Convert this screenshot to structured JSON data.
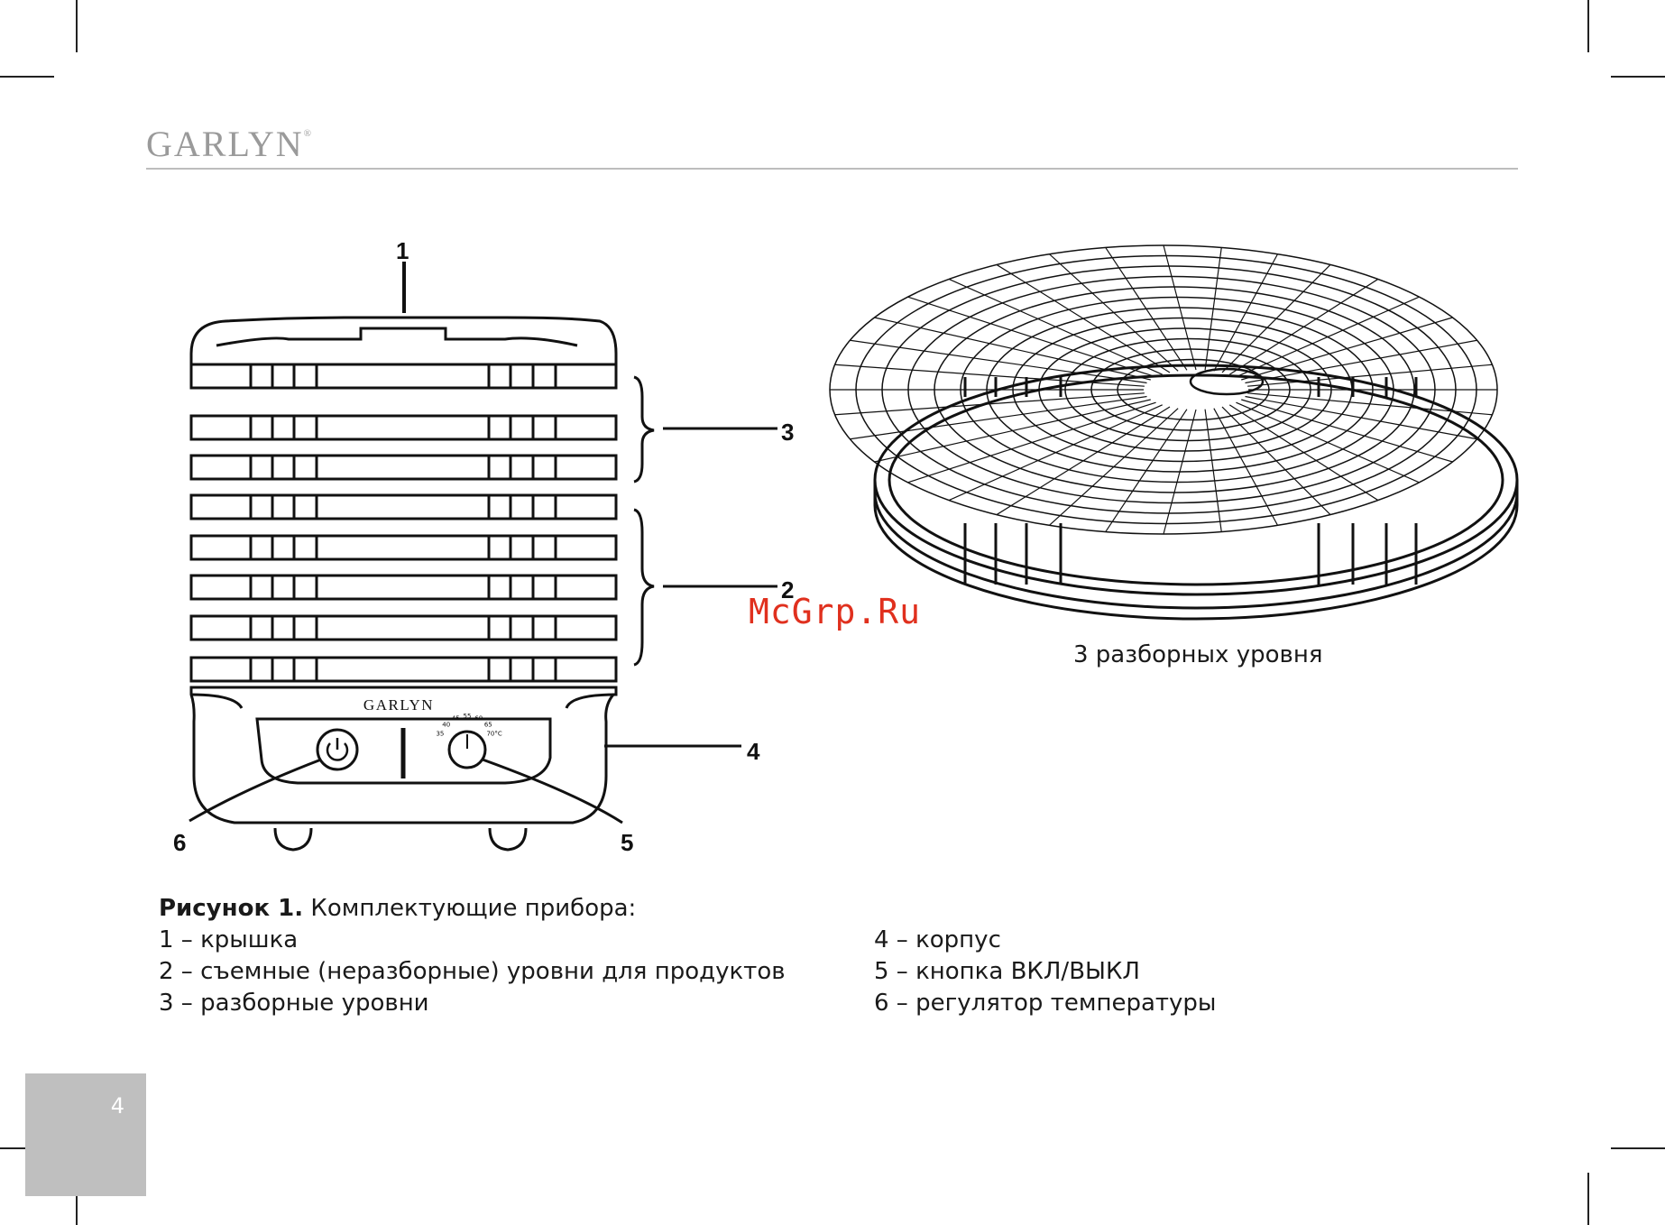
{
  "header": {
    "brand": "GARLYN",
    "brand_mark": "®"
  },
  "figure": {
    "device_brand": "GARLYN",
    "dial_marks": [
      "35",
      "40",
      "45",
      "55",
      "60",
      "65",
      "70°C"
    ],
    "callouts": [
      "1",
      "2",
      "3",
      "4",
      "5",
      "6"
    ],
    "rings_caption": "3 разборных уровня"
  },
  "watermark": "McGrp.Ru",
  "caption": {
    "title": "Рисунок 1.",
    "title_rest": " Комплектующие прибора:",
    "items_left": [
      "1 – крышка",
      "2 – съемные (неразборные) уровни для продуктов",
      "3 – разборные уровни"
    ],
    "items_right": [
      "4 – корпус",
      "5 – кнопка ВКЛ/ВЫКЛ",
      "6 – регулятор температуры"
    ]
  },
  "page_number": "4"
}
